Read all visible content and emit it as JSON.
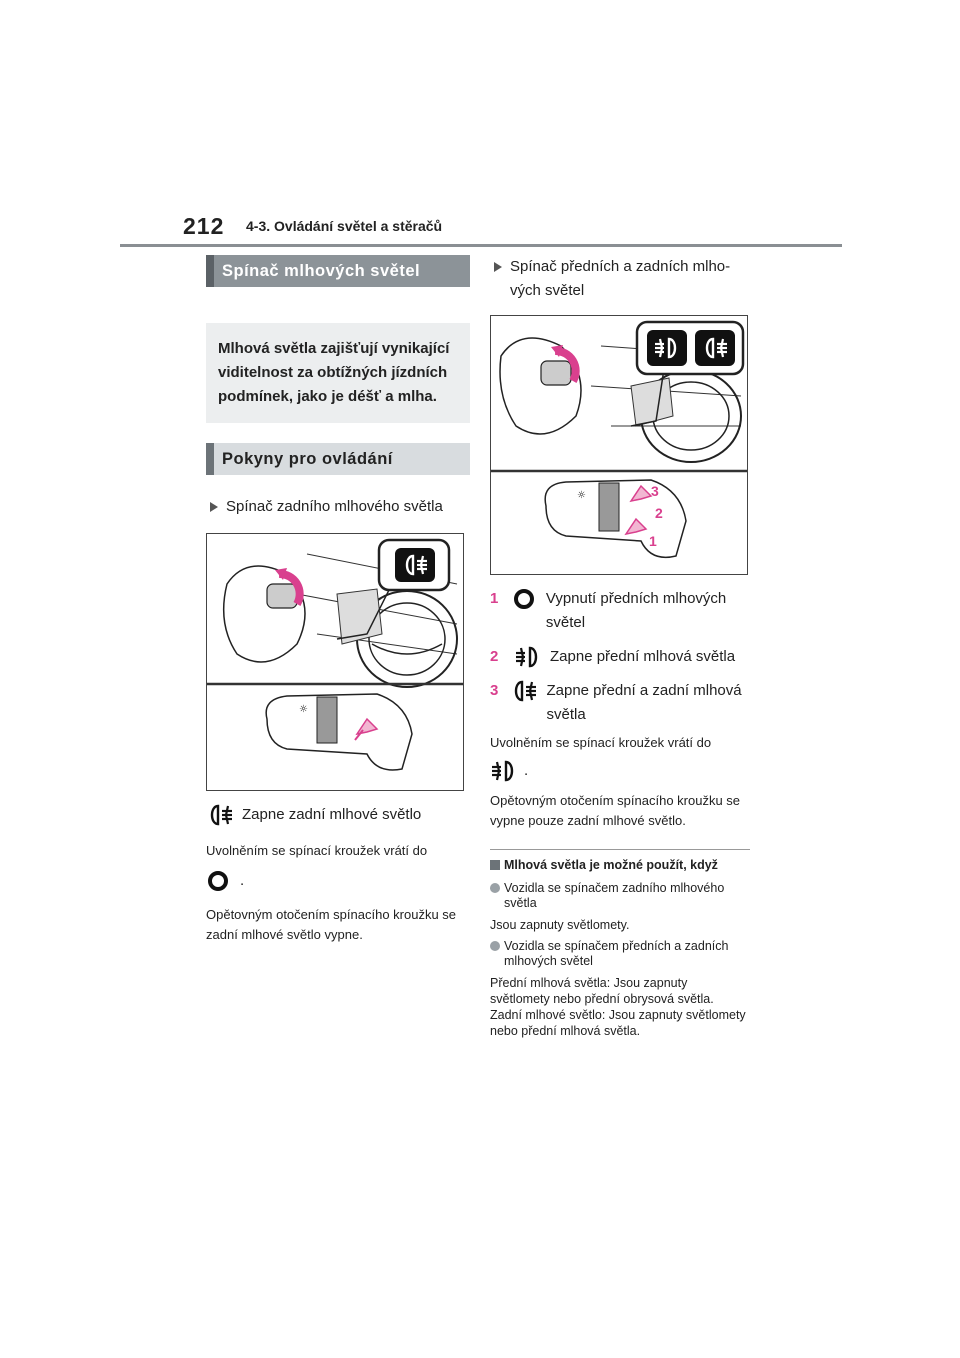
{
  "header": {
    "page_number": "212",
    "chapter": "4-3. Ovládání světel a stěračů"
  },
  "left": {
    "section1_title": "Spínač mlhových světel",
    "intro": "Mlhová světla zajišťují vynika­jící viditelnost za obtížných jízdních podmínek, jako je déšť a mlha.",
    "section2_title": "Pokyny pro ovládání",
    "rear_switch_heading": "Spínač zadního mlhového světla",
    "rear_on_label": "Zapne zadní mlhové světlo",
    "release_text": "Uvolněním se spínací kroužek vrátí do",
    "period": ".",
    "turn_again_text": "Opětovným otočením spínacího kroužku se zadní mlhové světlo vypne."
  },
  "right": {
    "front_rear_heading": "Spínač předních a zadních mlho­vých světel",
    "items": [
      {
        "num": "1",
        "text": "Vypnutí předních mlhových světel",
        "icon": "off-ring-icon"
      },
      {
        "num": "2",
        "text": "Zapne přední mlhová světla",
        "icon": "front-fog-icon"
      },
      {
        "num": "3",
        "text": "Zapne přední a zadní mlho­vá světla",
        "icon": "rear-fog-icon"
      }
    ],
    "release_text": "Uvolněním se spínací kroužek vrátí do",
    "period": ".",
    "turn_again_text": "Opětovným otočením spínacího kroužku se vypne pouze zadní mlhové světlo.",
    "usable_heading": "Mlhová světla je možné použít, když",
    "rear_vehicles": "Vozidla se spínačem zadního mlhové­ho světla",
    "rear_vehicles_cond": "Jsou zapnuty světlomety.",
    "front_rear_vehicles": "Vozidla se spínačem předních a zad­ních mlhových světel",
    "front_cond": "Přední mlhová světla: Jsou zapnuty světlomety nebo přední obrysová světla.",
    "rear_cond": "Zadní mlhové světlo: Jsou zapnuty svět­lomety nebo přední mlhová světla."
  },
  "figure_labels": {
    "step1": "1",
    "step2": "2",
    "step3": "3"
  },
  "colors": {
    "accent_pink": "#d9408e",
    "arrow_fill": "#f2b6d2"
  }
}
